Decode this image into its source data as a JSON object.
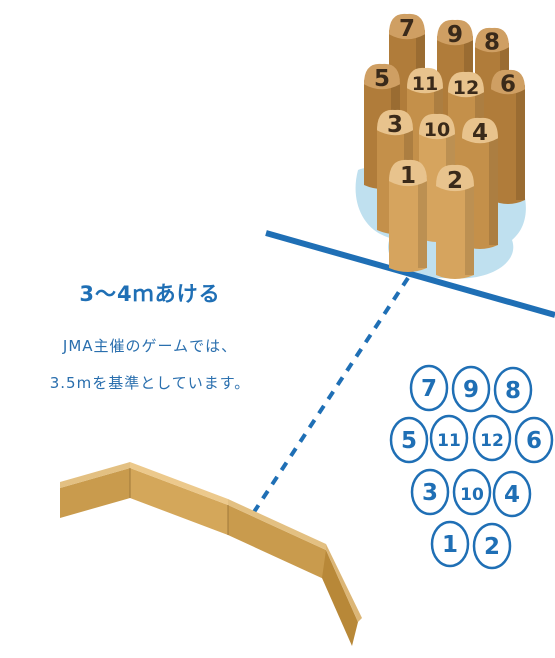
{
  "distance": {
    "heading": "3〜4ｍあける",
    "note_line1": "JMA主催のゲームでは、",
    "note_line2": "3.5mを基準としています。"
  },
  "pins_photo": [
    "1",
    "2",
    "3",
    "4",
    "5",
    "6",
    "7",
    "8",
    "9",
    "10",
    "11",
    "12"
  ],
  "pin_layout": [
    "1",
    "2",
    "3",
    "4",
    "5",
    "6",
    "7",
    "8",
    "9",
    "10",
    "11",
    "12"
  ],
  "colors": {
    "accent_blue": "#1f6fb5",
    "wood_light": "#e3b97e",
    "wood_dark": "#a6722e",
    "water": "#bfe0ef"
  }
}
